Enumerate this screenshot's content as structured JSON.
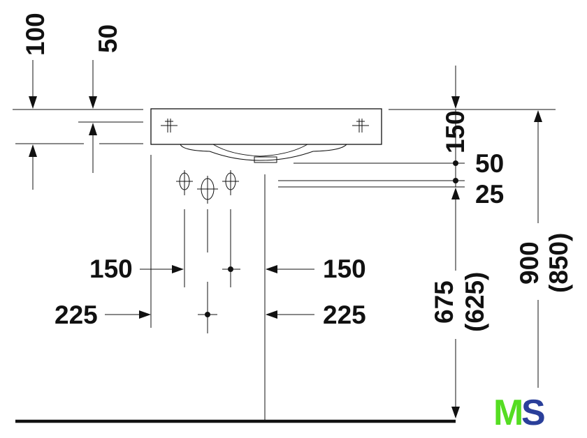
{
  "dimensions": {
    "d100": "100",
    "d50_top": "50",
    "d150_right": "150",
    "d50_right": "50",
    "d25_right": "25",
    "d675": "675",
    "d625": "(625)",
    "d900": "900",
    "d850": "(850)",
    "d150_left": "150",
    "d150_mid": "150",
    "d225_left": "225",
    "d225_mid": "225"
  },
  "logo": {
    "m": "M",
    "s": "S",
    "m_color": "#55dd22",
    "s_color": "#2a3f9a"
  },
  "colors": {
    "ink": "#111111",
    "background": "#ffffff"
  }
}
